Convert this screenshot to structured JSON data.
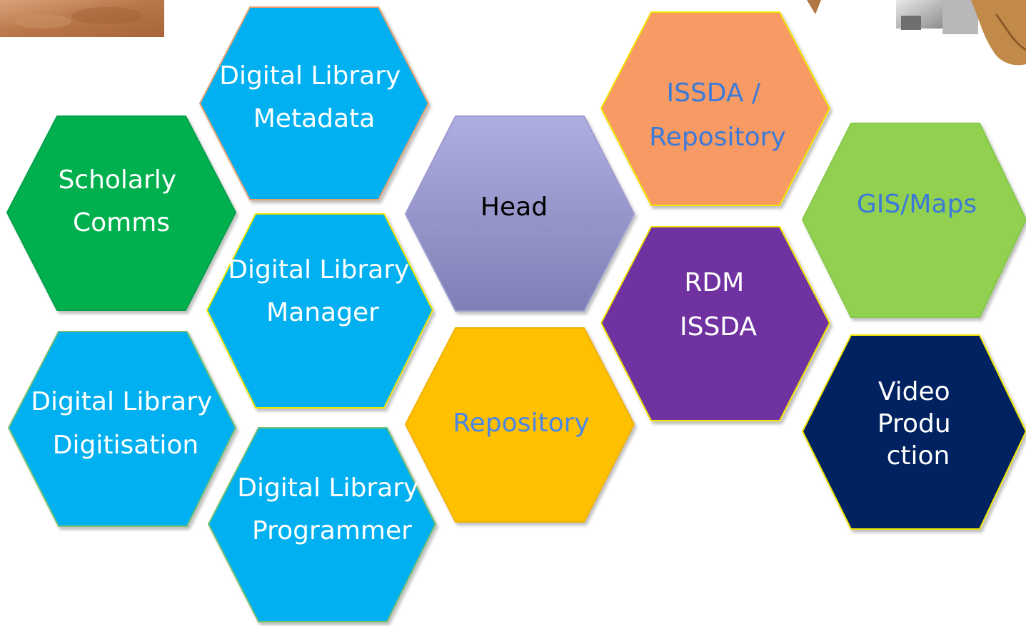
{
  "hexagons": [
    {
      "id": "metadata",
      "lines": [
        "Digital Library",
        "Metadata"
      ],
      "fill": "#00b0f0",
      "stroke": "#e8a070",
      "text_color": "#ffffff"
    },
    {
      "id": "scholarly",
      "lines": [
        "Scholarly",
        "Comms"
      ],
      "fill": "#00b050",
      "stroke": "#00a04a",
      "text_color": "#ffffff"
    },
    {
      "id": "manager",
      "lines": [
        "Digital Library",
        "Manager"
      ],
      "fill": "#00b0f0",
      "stroke": "#f2e600",
      "text_color": "#ffffff"
    },
    {
      "id": "digitisation",
      "lines": [
        "Digital Library",
        "Digitisation"
      ],
      "fill": "#00b0f0",
      "stroke": "#7ac070",
      "text_color": "#ffffff"
    },
    {
      "id": "programmer",
      "lines": [
        "Digital Library",
        "Programmer"
      ],
      "fill": "#00b0f0",
      "stroke": "#7ac070",
      "text_color": "#ffffff"
    },
    {
      "id": "head",
      "lines": [
        "Head"
      ],
      "fill_top": "#aeaee2",
      "fill_bottom": "#7f7fb5",
      "stroke": "#9a9ad0",
      "text_color": "#000000"
    },
    {
      "id": "repository",
      "lines": [
        "Repository"
      ],
      "fill": "#ffc000",
      "stroke": "#f2b000",
      "text_color": "#4a86e8"
    },
    {
      "id": "issda-repo",
      "lines": [
        "ISSDA /",
        "Repository"
      ],
      "fill": "#f79a63",
      "stroke": "#f2e600",
      "text_color": "#3c7ad8"
    },
    {
      "id": "rdm",
      "lines": [
        "RDM",
        "ISSDA"
      ],
      "fill": "#7030a0",
      "stroke": "#f2e600",
      "text_color": "#ffffff"
    },
    {
      "id": "gis",
      "lines": [
        "GIS/Maps"
      ],
      "fill": "#92d050",
      "stroke": "#86c848",
      "text_color": "#3c7ad8"
    },
    {
      "id": "video",
      "lines": [
        "Video",
        "Produ",
        "ction"
      ],
      "fill": "#002060",
      "stroke": "#f2e600",
      "text_color": "#ffffff"
    }
  ],
  "decorations": [
    {
      "id": "photo-top-left",
      "icon": "photo-fragment-icon",
      "color": "#c98a5a"
    },
    {
      "id": "clipart-top-right",
      "icon": "figure-with-blocks-icon",
      "color": "#9a9a9a"
    }
  ]
}
